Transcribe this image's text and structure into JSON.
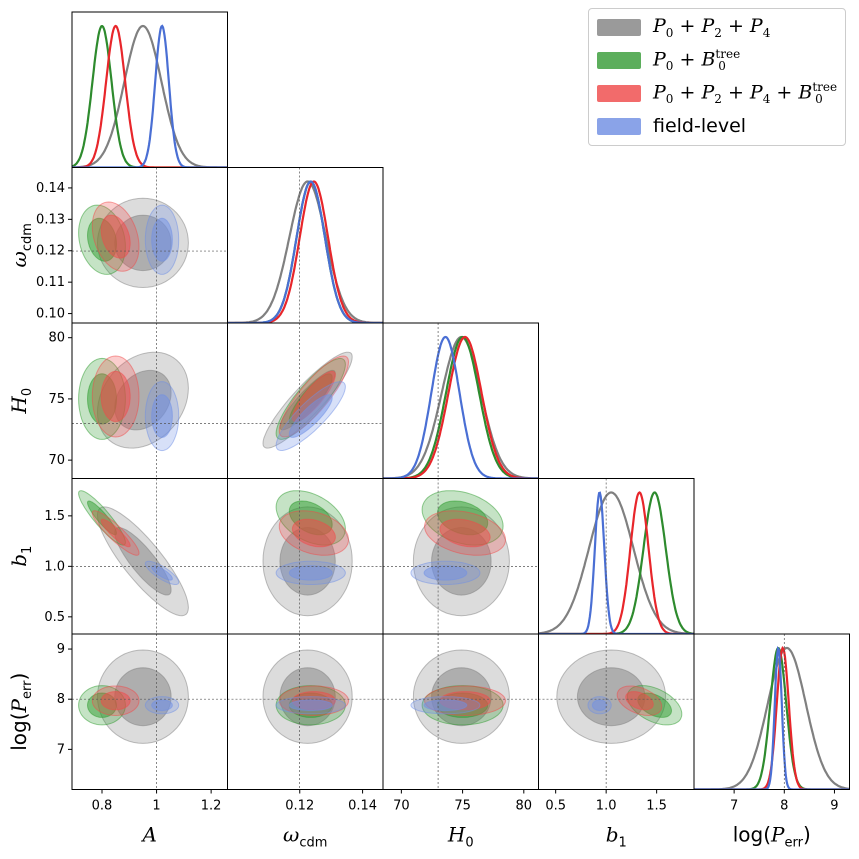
{
  "chart_data": {
    "type": "corner-plot",
    "parameters": [
      {
        "name": "A",
        "ticks": [
          0.8,
          1.0,
          1.2
        ],
        "range": [
          0.69,
          1.26
        ],
        "truth": 1.0
      },
      {
        "name": "ω_cdm",
        "ticks": [
          0.12,
          0.14
        ],
        "tick_labels": [
          "0.12",
          "0.14"
        ],
        "y_ticks": [
          0.1,
          0.11,
          0.12,
          0.13,
          0.14
        ],
        "y_tick_labels": [
          "0.10",
          "0.11",
          "0.12",
          "0.13",
          "0.14"
        ],
        "range": [
          0.097,
          0.1465
        ],
        "truth": 0.1199
      },
      {
        "name": "H_0",
        "ticks": [
          70,
          75,
          80
        ],
        "range": [
          68.5,
          81.2
        ],
        "truth": 73.0
      },
      {
        "name": "b_1",
        "ticks": [
          0.5,
          1.0,
          1.5
        ],
        "tick_labels": [
          "0.5",
          "1.0",
          "1.5"
        ],
        "range": [
          0.33,
          1.87
        ],
        "truth": 1.0
      },
      {
        "name": "log(P_err)",
        "ticks": [
          7,
          8,
          9
        ],
        "range": [
          6.2,
          9.3
        ],
        "truth": 8.0
      }
    ],
    "series": [
      {
        "name": "P0 + P2 + P4",
        "color": "#808080",
        "means": [
          0.95,
          0.1225,
          74.9,
          1.05,
          8.05
        ],
        "sigmas": [
          0.068,
          0.0058,
          1.6,
          0.22,
          0.38
        ],
        "correlations": {
          "0-1": 0.0,
          "0-2": 0.25,
          "0-3": -0.85,
          "0-4": 0.0,
          "1-2": 0.9,
          "1-3": 0.0,
          "1-4": 0.0,
          "2-3": 0.0,
          "2-4": 0.0,
          "3-4": 0.0
        }
      },
      {
        "name": "P0 + B0tree",
        "color": "#2e8b2e",
        "means": [
          0.8,
          0.1235,
          75.0,
          1.48,
          7.88
        ],
        "sigmas": [
          0.035,
          0.0045,
          1.35,
          0.11,
          0.16
        ],
        "correlations": {
          "0-1": -0.2,
          "0-2": 0.0,
          "0-3": -0.9,
          "0-4": 0.0,
          "1-2": 0.85,
          "1-3": -0.4,
          "1-4": 0.0,
          "2-3": -0.3,
          "2-4": 0.0,
          "3-4": -0.45
        }
      },
      {
        "name": "P0 + P2 + P4 + B0tree",
        "color": "#e8262b",
        "means": [
          0.85,
          0.1245,
          75.2,
          1.33,
          7.97
        ],
        "sigmas": [
          0.035,
          0.0045,
          1.35,
          0.09,
          0.12
        ],
        "correlations": {
          "0-1": -0.3,
          "0-2": 0.0,
          "0-3": -0.9,
          "0-4": 0.0,
          "1-2": 0.85,
          "1-3": -0.3,
          "1-4": 0.0,
          "2-3": -0.3,
          "2-4": 0.0,
          "3-4": -0.4
        }
      },
      {
        "name": "field-level",
        "color": "#4a6fd4",
        "means": [
          1.02,
          0.1235,
          73.6,
          0.935,
          7.88
        ],
        "sigmas": [
          0.025,
          0.0045,
          1.15,
          0.047,
          0.07
        ],
        "correlations": {
          "0-1": 0.0,
          "0-2": 0.0,
          "0-3": -0.8,
          "0-4": 0.0,
          "1-2": 0.85,
          "1-3": 0.0,
          "1-4": 0.0,
          "2-3": 0.0,
          "2-4": 0.0,
          "3-4": 0.0
        }
      }
    ],
    "fill_colors": {
      "P0 + P2 + P4": "#808080",
      "P0 + B0tree": "#2e9c2e",
      "P0 + P2 + P4 + B0tree": "#f24a4a",
      "field-level": "#6f8fe6"
    }
  },
  "legend": [
    {
      "main": "P",
      "parts": [
        [
          "P",
          "0"
        ],
        [
          "P",
          "2"
        ],
        [
          "P",
          "4"
        ]
      ],
      "color": "#9a9a9a"
    },
    {
      "main": "P0 + B0tree",
      "color": "#5cae5c"
    },
    {
      "main": "P0 + P2 + P4 + B0tree",
      "color": "#f26b6b"
    },
    {
      "main": "field-level",
      "color": "#8aa3e8"
    }
  ],
  "legend_text": {
    "item1": {
      "p": "P",
      "s0": "0",
      "s2": "2",
      "s4": "4",
      "plus": "+"
    },
    "item2": {
      "p": "P",
      "s0": "0",
      "plus": "+",
      "b": "B",
      "sup": "tree"
    },
    "item3": {
      "p": "P",
      "s0": "0",
      "s2": "2",
      "s4": "4",
      "plus": "+",
      "b": "B",
      "sup": "tree"
    },
    "item4": "field-level"
  }
}
